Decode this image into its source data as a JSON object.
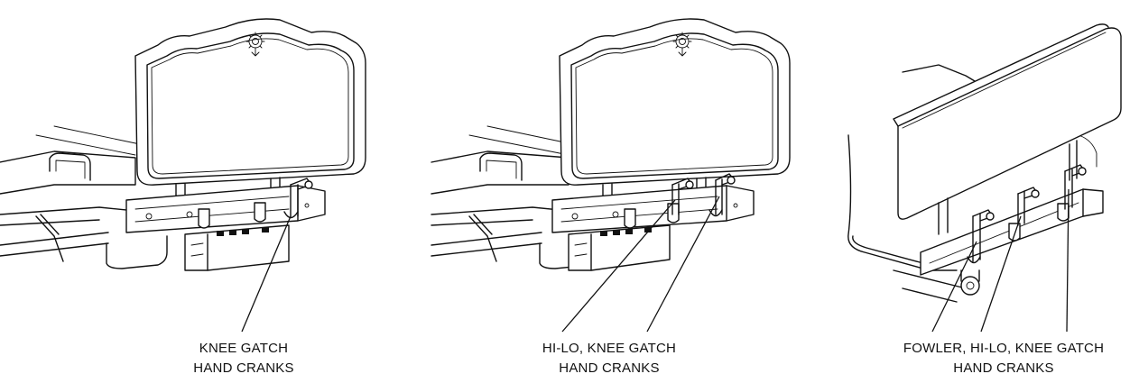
{
  "panels": [
    {
      "id": "panel-1",
      "caption_line1": "KNEE GATCH",
      "caption_line2": "HAND CRANKS"
    },
    {
      "id": "panel-2",
      "caption_line1": "HI-LO, KNEE GATCH",
      "caption_line2": "HAND CRANKS"
    },
    {
      "id": "panel-3",
      "caption_line1": "FOWLER, HI-LO, KNEE GATCH",
      "caption_line2": "HAND CRANKS"
    }
  ],
  "icons": {
    "headboard_emblem": "flower-emblem-icon"
  }
}
